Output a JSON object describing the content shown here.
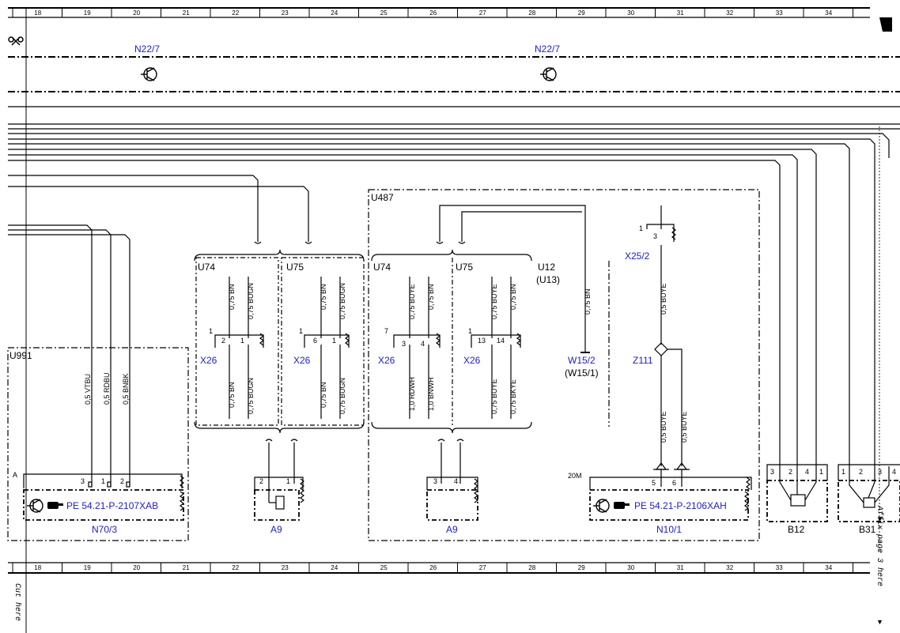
{
  "ruler": {
    "columns": [
      "18",
      "19",
      "20",
      "21",
      "22",
      "23",
      "24",
      "25",
      "26",
      "27",
      "28",
      "29",
      "30",
      "31",
      "32",
      "33",
      "34"
    ]
  },
  "margin_text": {
    "cut_here": "Cut here",
    "affix_page": "Affix page 3 here"
  },
  "components": {
    "n22_7_left": "N22/7",
    "n22_7_right": "N22/7",
    "u991": "U991",
    "u487": "U487",
    "u74_a": "U74",
    "u75_a": "U75",
    "u74_b": "U74",
    "u75_b": "U75",
    "u12": "U12",
    "u13": "(U13)",
    "x26_a": "X26",
    "x26_b": "X26",
    "x26_c": "X26",
    "x26_d": "X26",
    "x25_2": "X25/2",
    "w15_2": "W15/2",
    "w15_1": "(W15/1)",
    "z111": "Z111",
    "conn_a": "A",
    "conn_20m": "20M",
    "pe_left": "PE 54.21-P-2107XAB",
    "pe_right": "PE 54.21-P-2106XAH",
    "n70_3": "N70/3",
    "a9_left": "A9",
    "a9_right": "A9",
    "n10_1": "N10/1",
    "b12": "B12",
    "b31": "B31"
  },
  "wires": {
    "w_vtbu": "0,5 VTBU",
    "w_rdbu": "0,5 RDBU",
    "w_bnbk": "0,5 BNBK",
    "u74a_top1": "0,75 BN",
    "u74a_top2": "0,75 BUGN",
    "u75a_top1": "0,75 BN",
    "u75a_top2": "0,75 BUGN",
    "u74a_bot1": "0,75 BN",
    "u74a_bot2": "0,75 BUGN",
    "u75a_bot1": "0,75 BN",
    "u75a_bot2": "0,75 BUGN",
    "u74b_top1": "0,75 BUYE",
    "u74b_top2": "0,75 BN",
    "u75b_top1": "0,75 BUYE",
    "u75b_top2": "0,75 BN",
    "u74b_bot1": "1,0 RDWH",
    "u74b_bot2": "1,0 BNWH",
    "u75b_bot1": "0,75 BUYE",
    "u75b_bot2": "0,75 BKYE",
    "w15_wire": "0,75 BN",
    "x25_wire": "0,5 BUYE",
    "n10_wire1": "0,5 BUYE",
    "n10_wire2": "0,5 BUYE"
  },
  "pins": {
    "u74a": [
      "1",
      "2",
      "1"
    ],
    "u75a": [
      "1",
      "6",
      "1"
    ],
    "u74b": [
      "7",
      "3",
      "4"
    ],
    "u75b": [
      "1",
      "13",
      "14"
    ],
    "x25": [
      "1",
      "3"
    ],
    "n70": [
      "3",
      "1",
      "2"
    ],
    "a9l": [
      "2",
      "1"
    ],
    "a9r": [
      "3",
      "4"
    ],
    "n10": [
      "5",
      "6"
    ],
    "b12": [
      "3",
      "2",
      "4",
      "1"
    ],
    "b31": [
      "1",
      "2",
      "3",
      "4"
    ]
  },
  "colors": {
    "link": "#1d1dcc",
    "line": "#000000"
  }
}
